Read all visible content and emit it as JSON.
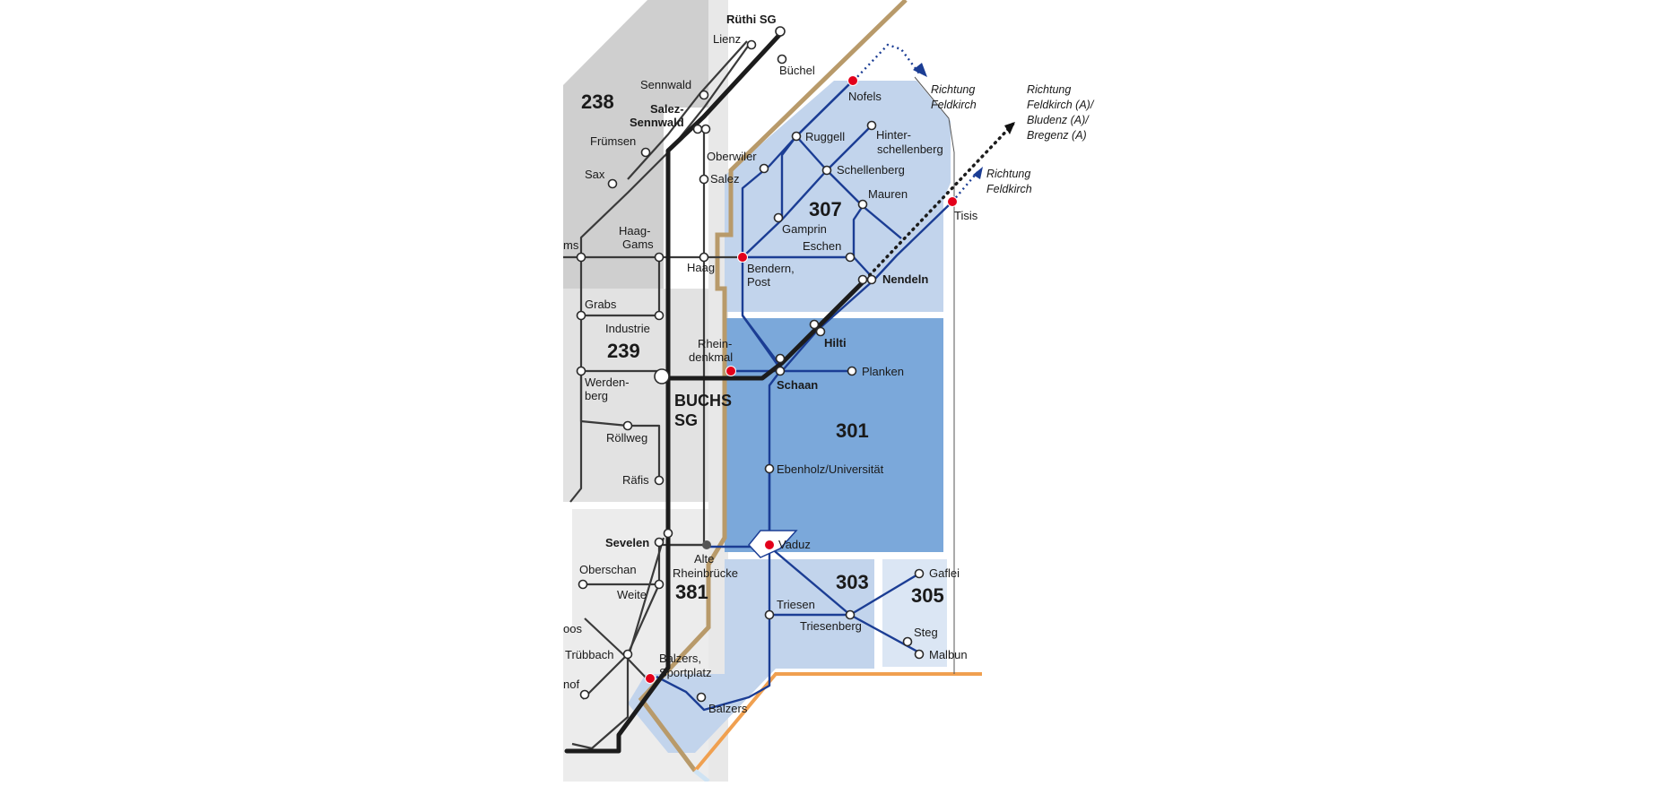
{
  "zones": [
    {
      "id": "z238",
      "label": "238",
      "color": "#cfcfcf"
    },
    {
      "id": "z239",
      "label": "239",
      "color": "#e2e2e2"
    },
    {
      "id": "z381",
      "label": "381",
      "color": "#ececec"
    },
    {
      "id": "z307",
      "label": "307",
      "color": "#c2d4ec"
    },
    {
      "id": "z301",
      "label": "301",
      "color": "#7ba8da"
    },
    {
      "id": "z303",
      "label": "303",
      "color": "#c2d4ec"
    },
    {
      "id": "z305",
      "label": "305",
      "color": "#dbe6f4"
    }
  ],
  "cities": {
    "buchs_line1": "BUCHS",
    "buchs_line2": "SG"
  },
  "stations": {
    "ruethi": "Rüthi SG",
    "lienz": "Lienz",
    "buechel": "Büchel",
    "sennwald": "Sennwald",
    "salez_sennwald_1": "Salez-",
    "salez_sennwald_2": "Sennwald",
    "fruemsen": "Frümsen",
    "sax": "Sax",
    "oberwiler": "Oberwiler",
    "salez": "Salez",
    "haag_gams_1": "Haag-",
    "haag_gams_2": "Gams",
    "haag": "Haag",
    "gams_partial": "ms",
    "grabs": "Grabs",
    "industrie": "Industrie",
    "werdenberg_1": "Werden-",
    "werdenberg_2": "berg",
    "roellweg": "Röllweg",
    "raefis": "Räfis",
    "sevelen": "Sevelen",
    "oberschan": "Oberschan",
    "weite": "Weite",
    "azmoos_partial": "oos",
    "truebbach": "Trübbach",
    "hof_partial": "nof",
    "alte_rheinbruecke_1": "Alte",
    "alte_rheinbruecke_2": "Rheinbrücke",
    "nofels": "Nofels",
    "ruggell": "Ruggell",
    "hinterschellenberg_1": "Hinter-",
    "hinterschellenberg_2": "schellenberg",
    "schellenberg": "Schellenberg",
    "mauren": "Mauren",
    "gamprin": "Gamprin",
    "eschen": "Eschen",
    "bendern_1": "Bendern,",
    "bendern_2": "Post",
    "nendeln": "Nendeln",
    "tisis": "Tisis",
    "hilti": "Hilti",
    "rheindenkmal_1": "Rhein-",
    "rheindenkmal_2": "denkmal",
    "schaan": "Schaan",
    "planken": "Planken",
    "ebenholz": "Ebenholz/Universität",
    "vaduz": "Vaduz",
    "triesen": "Triesen",
    "triesenberg": "Triesenberg",
    "gaflei": "Gaflei",
    "steg": "Steg",
    "malbun": "Malbun",
    "balzers_sportplatz_1": "Balzers,",
    "balzers_sportplatz_2": "Sportplatz",
    "balzers": "Balzers"
  },
  "directions": {
    "nofels_1": "Richtung",
    "nofels_2": "Feldkirch",
    "rail_1": "Richtung",
    "rail_2": "Feldkirch (A)/",
    "rail_3": "Bludenz (A)/",
    "rail_4": "Bregenz (A)",
    "tisis_1": "Richtung",
    "tisis_2": "Feldkirch"
  },
  "colors": {
    "bus_line": "#1b3d94",
    "rail_line": "#1c1c1c",
    "border_stop": "#e3001b",
    "national_border": "#b89a6a",
    "austria_border": "#f0a050"
  }
}
